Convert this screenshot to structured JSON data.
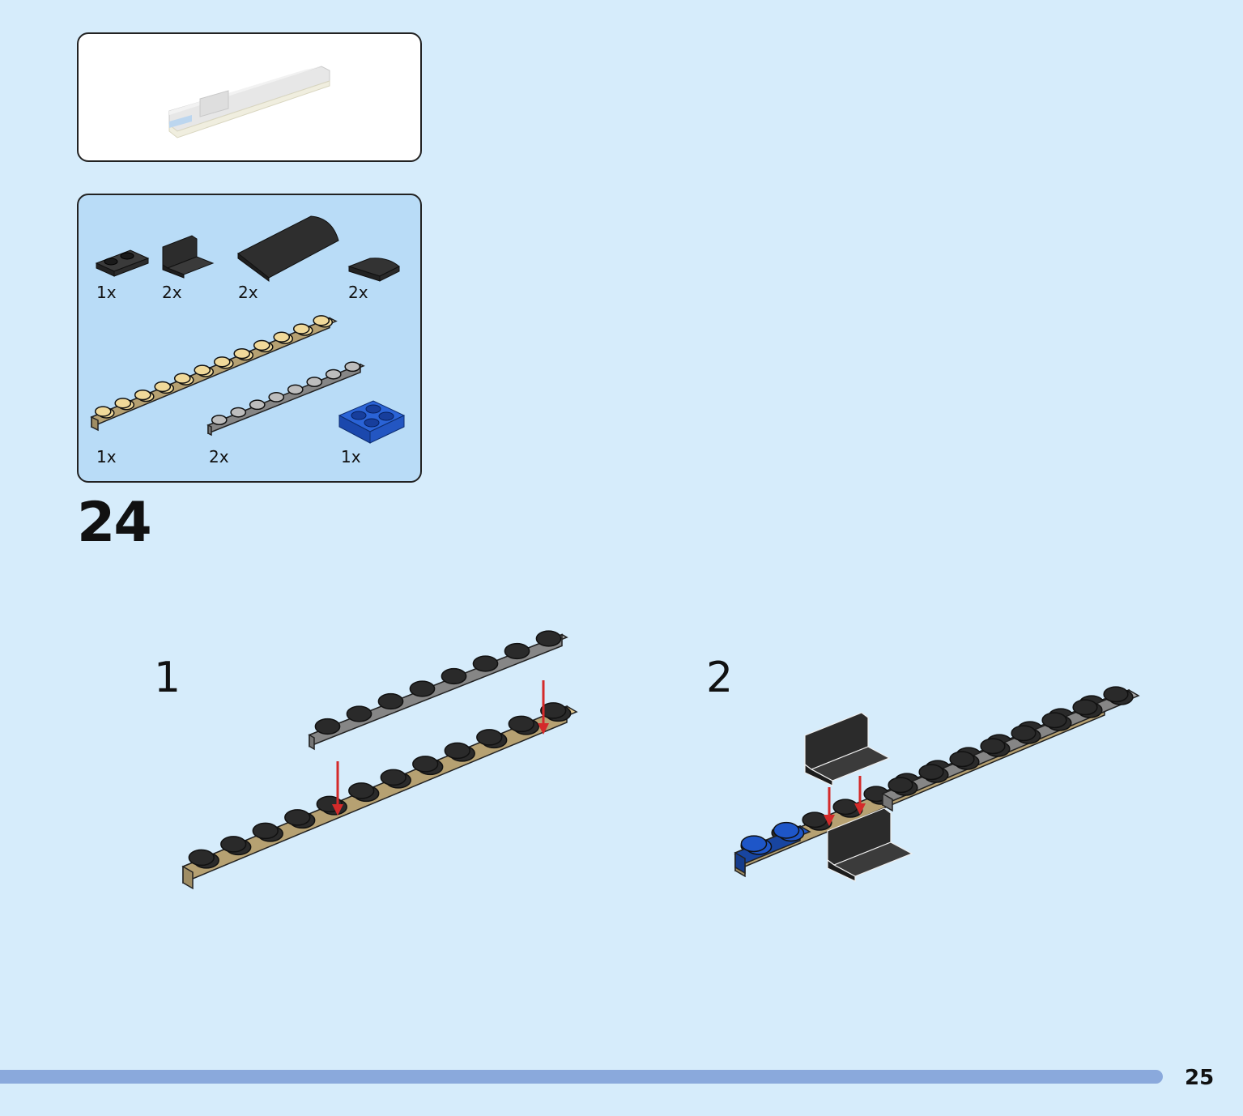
{
  "step": {
    "number": "24"
  },
  "parts": [
    {
      "name": "black-plate-1x2",
      "qty": "1x"
    },
    {
      "name": "black-bracket",
      "qty": "2x"
    },
    {
      "name": "black-curved-slope",
      "qty": "2x"
    },
    {
      "name": "black-small-slope",
      "qty": "2x"
    },
    {
      "name": "tan-plate-long",
      "qty": "1x"
    },
    {
      "name": "gray-plate-long",
      "qty": "2x"
    },
    {
      "name": "blue-plate-2x2",
      "qty": "1x"
    }
  ],
  "substeps": [
    {
      "label": "1"
    },
    {
      "label": "2"
    }
  ],
  "footer": {
    "page_number": "25"
  },
  "colors": {
    "background": "#d6ecfb",
    "parts_panel": "#b9dcf7",
    "progress_bar": "#8aa9dc",
    "tan": "#e3c98f",
    "gray": "#a8a8a8",
    "blue": "#1e56c8",
    "black": "#2a2a2a",
    "arrow": "#d42a2a"
  }
}
